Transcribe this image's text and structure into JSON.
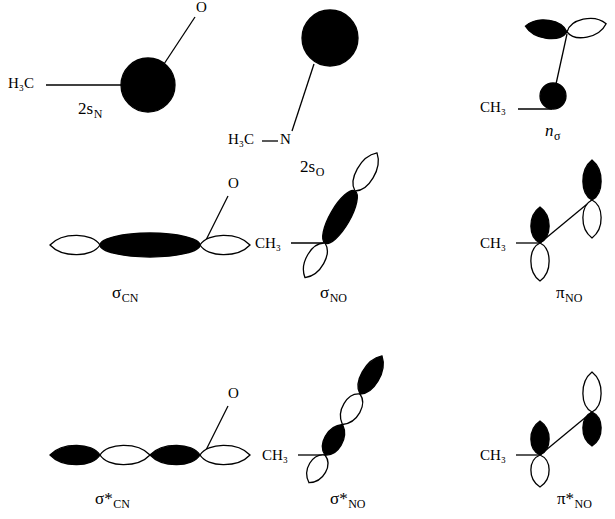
{
  "diagram": {
    "labels": [
      "O",
      "H₃C",
      "2s",
      "N",
      "H₃C",
      "N",
      "2s",
      "O",
      "CH₃",
      "n",
      "σ",
      "O",
      "σ",
      "CN",
      "CH₃",
      "σ",
      "NO",
      "CH₃",
      "π",
      "NO",
      "O",
      "σ*",
      "CN",
      "CH₃",
      "σ*",
      "NO",
      "CH₃",
      "π*",
      "NO"
    ]
  }
}
